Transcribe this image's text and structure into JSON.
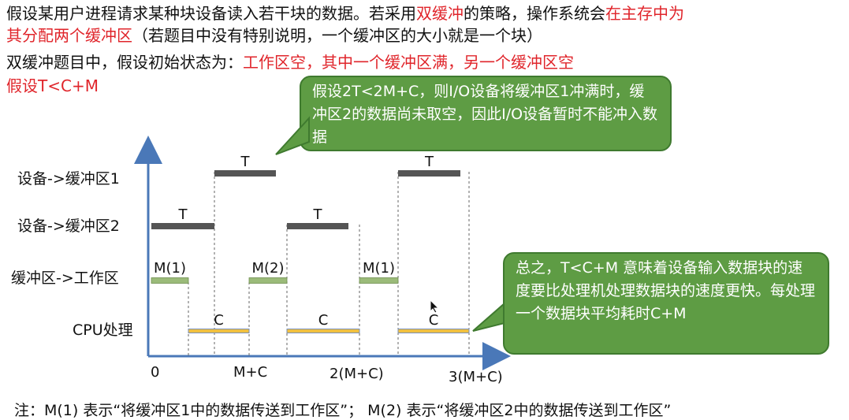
{
  "intro": {
    "line1": {
      "a": "假设某用户进程请求某种块设备读入若干块的数据。若采用",
      "b": "双缓冲",
      "c": "的策略，操作系统会",
      "d": "在主存中为"
    },
    "line2": {
      "a": "其分配两个缓冲区",
      "b": "（若题目中没有特别说明，一个缓冲区的大小就是一个块）"
    },
    "line3": {
      "a": "双缓冲题目中，假设初始状态为：",
      "b": "工作区空，其中一个缓冲区满，另一个缓冲区空"
    },
    "line4": "假设T<C+M"
  },
  "callout_top": "假设2T<2M+C，则I/O设备将缓冲区1冲满时，缓冲区2的数据尚未取空，因此I/O设备暂时不能冲入数据",
  "callout_right": "总之，T<C+M 意味着设备输入数据块的速度要比处理机处理数据块的速度更快。每处理一个数据块平均耗时C+M",
  "chart_data": {
    "type": "diagram",
    "rows": [
      "设备->缓冲区1",
      "设备->缓冲区2",
      "缓冲区->工作区",
      "CPU处理"
    ],
    "x_ticks": [
      "0",
      "M+C",
      "2(M+C)",
      "3(M+C)"
    ],
    "segments": [
      {
        "row": 0,
        "label": "T",
        "color": "#555555"
      },
      {
        "row": 0,
        "label": "T",
        "color": "#555555"
      },
      {
        "row": 1,
        "label": "T",
        "color": "#555555"
      },
      {
        "row": 1,
        "label": "T",
        "color": "#555555"
      },
      {
        "row": 2,
        "label": "M(1)",
        "color": "#9bbb7a"
      },
      {
        "row": 2,
        "label": "M(2)",
        "color": "#9bbb7a"
      },
      {
        "row": 2,
        "label": "M(1)",
        "color": "#9bbb7a"
      },
      {
        "row": 3,
        "label": "C",
        "color": "#f0c040"
      },
      {
        "row": 3,
        "label": "C",
        "color": "#f0c040"
      },
      {
        "row": 3,
        "label": "C",
        "color": "#f0c040"
      }
    ],
    "axis_color": "#4a78b8"
  },
  "footnote": "注：M(1) 表示“将缓冲区1中的数据传送到工作区”； M(2) 表示“将缓冲区2中的数据传送到工作区”"
}
